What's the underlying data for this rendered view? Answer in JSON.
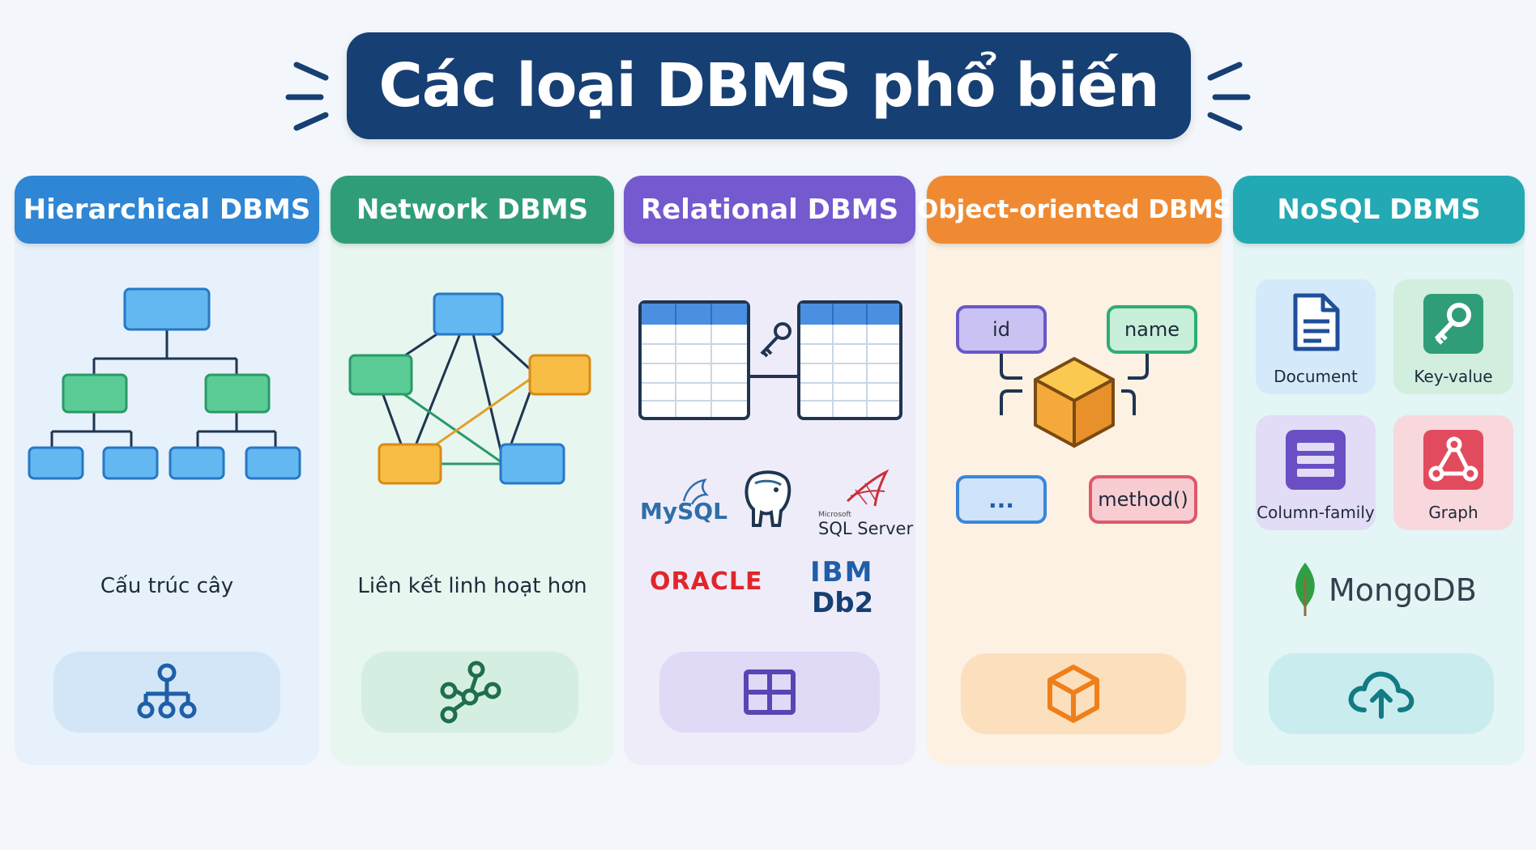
{
  "title": "Các loại DBMS phổ biến",
  "columns": [
    {
      "id": "hierarchical",
      "header": "Hierarchical DBMS",
      "caption": "Cấu trúc cây",
      "header_color": "#2e86d4",
      "body_color": "#e6f1fb",
      "icon": "hierarchy-icon"
    },
    {
      "id": "network",
      "header": "Network DBMS",
      "caption": "Liên kết linh hoạt hơn",
      "header_color": "#2f9e78",
      "body_color": "#e7f6ef",
      "icon": "network-nodes-icon"
    },
    {
      "id": "relational",
      "header": "Relational DBMS",
      "caption": "",
      "header_color": "#7459cf",
      "body_color": "#efecfa",
      "icon": "table-grid-icon"
    },
    {
      "id": "object",
      "header": "Object-oriented DBMS",
      "caption": "",
      "header_color": "#f08a32",
      "body_color": "#fdf1e4",
      "icon": "cube-icon"
    },
    {
      "id": "nosql",
      "header": "NoSQL DBMS",
      "caption": "",
      "header_color": "#22a9b4",
      "body_color": "#e4f5f6",
      "icon": "cloud-upload-icon"
    }
  ],
  "relational_logos": {
    "mysql": "MySQL",
    "postgres": "postgresql-elephant-icon",
    "sqlserver_small": "Microsoft",
    "sqlserver": "SQL Server",
    "oracle": "ORACLE",
    "ibm": "IBM",
    "db2": "Db2"
  },
  "object_fields": {
    "id": "id",
    "name": "name",
    "dots": "...",
    "method": "method()"
  },
  "nosql_types": [
    {
      "label": "Document",
      "icon": "document-icon"
    },
    {
      "label": "Key-value",
      "icon": "key-icon"
    },
    {
      "label": "Column-family",
      "icon": "column-family-icon"
    },
    {
      "label": "Graph",
      "icon": "graph-icon"
    }
  ],
  "nosql_logo": "MongoDB"
}
